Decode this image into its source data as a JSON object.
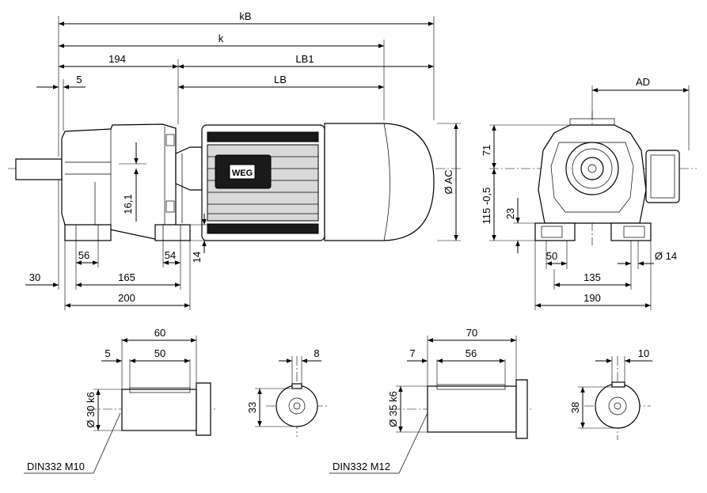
{
  "labels": {
    "kB": "kB",
    "k": "k",
    "d194": "194",
    "LB1": "LB1",
    "d5": "5",
    "LB": "LB",
    "AD": "AD",
    "d71": "71",
    "d115": "115 -0,5",
    "d23": "23",
    "AC": "Ø AC",
    "d16_1": "16,1",
    "d56": "56",
    "d54": "54",
    "d14": "14",
    "d30": "30",
    "d165": "165",
    "d200": "200",
    "d50": "50",
    "d135": "135",
    "d190": "190",
    "dia14": "Ø 14",
    "s1_60": "60",
    "s1_5": "5",
    "s1_50": "50",
    "s1_dia": "Ø 30 k6",
    "s1_din": "DIN332 M10",
    "s1_8": "8",
    "s1_33": "33",
    "s2_70": "70",
    "s2_7": "7",
    "s2_56": "56",
    "s2_dia": "Ø 35 k6",
    "s2_din": "DIN332 M12",
    "s2_10": "10",
    "s2_38": "38"
  },
  "logo": "WEG"
}
